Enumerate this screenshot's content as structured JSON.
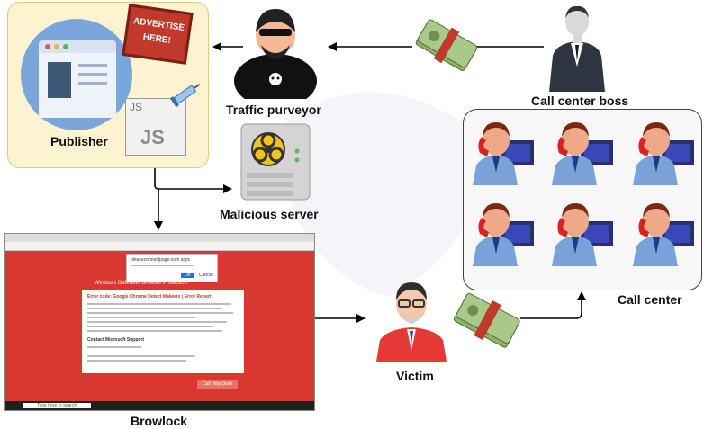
{
  "nodes": {
    "publisher": "Publisher",
    "traffic_purveyor": "Traffic purveyor",
    "malicious_server": "Malicious server",
    "call_center_boss": "Call center boss",
    "call_center": "Call center",
    "browlock": "Browlock",
    "victim": "Victim"
  },
  "billboard": {
    "line1": "ADVERTISE",
    "line2": "HERE!"
  },
  "js_badge": {
    "code": "JS"
  },
  "browser_mock": {
    "popup_title": "pleaseconnectpage.com says",
    "popup_ok": "OK",
    "popup_cancel": "Cancel",
    "banner": "Windows Defender Browser Protection",
    "alert_title": "Error code: Google Chrome Detect Malware | Error Report",
    "contact": "Contact Microsoft Support",
    "call_button": "Call Help Desk",
    "search_placeholder": "Type here to search"
  },
  "colors": {
    "publisher_bg": "#fdf3d0",
    "browser_red": "#d8382f",
    "money_green": "#8fb36a",
    "money_band": "#c0392b",
    "victim_shirt": "#e53935"
  }
}
